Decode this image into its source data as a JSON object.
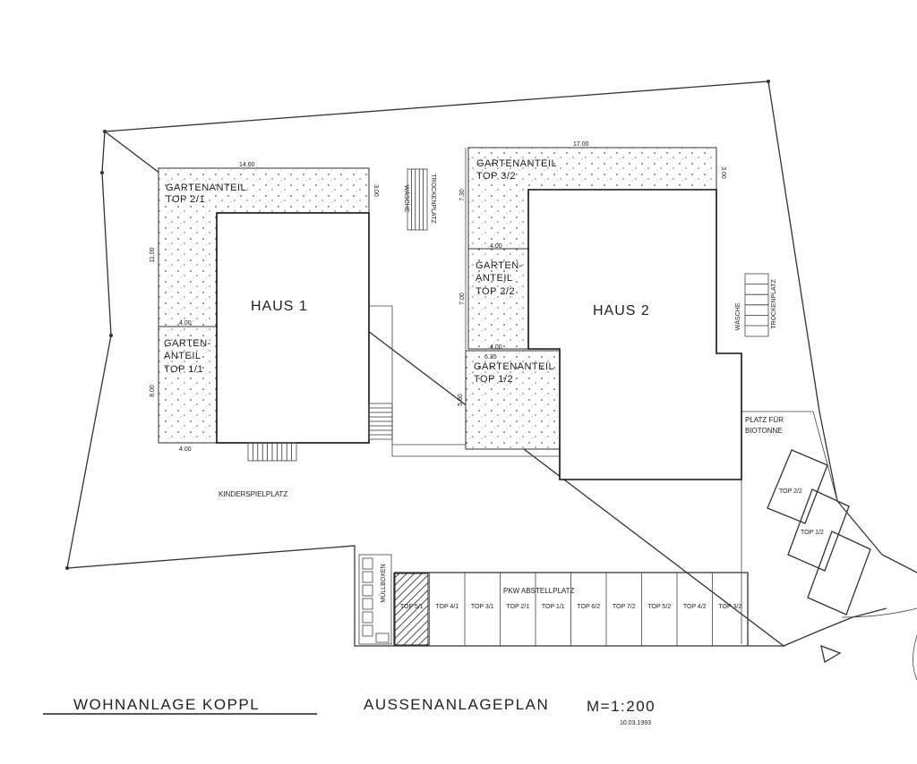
{
  "labels": {
    "haus1": "HAUS 1",
    "haus2": "HAUS 2",
    "garten_top21_a": "GARTENANTEIL",
    "garten_top21_b": "TOP 2/1",
    "garten_top11_a": "GARTEN-",
    "garten_top11_b": "ANTEIL",
    "garten_top11_c": "TOP 1/1",
    "garten_top32_a": "GARTENANTEIL",
    "garten_top32_b": "TOP 3/2",
    "garten_top22_a": "GARTEN-",
    "garten_top22_b": "ANTEIL",
    "garten_top22_c": "TOP 2/2",
    "garten_top12_a": "GARTENANTEIL",
    "garten_top12_b": "TOP 1/2",
    "waesche": "WÄSCHE",
    "trockenplatz": "TROCKENPLATZ",
    "kinderspielplatz": "KINDERSPIELPLATZ",
    "muellboxen": "MÜLLBOXEN",
    "biotonne_a": "PLATZ FÜR",
    "biotonne_b": "BIOTONNE",
    "pkw": "PKW  ABSTELLPLATZ",
    "garage_top22": "TOP 2/2",
    "garage_top12": "TOP 1/2"
  },
  "dimensions": {
    "d1460": "14.60",
    "d300a": "3.00",
    "d1100": "11.00",
    "d400a": "4.00",
    "d800": "8.00",
    "d400b": "4.00",
    "d1700": "17.00",
    "d300b": "3.00",
    "d730": "7.30",
    "d400c": "4.00",
    "d700": "7.00",
    "d400d": "4.00",
    "d635": "6.35",
    "d580": "5.80"
  },
  "parking": [
    "TOP 5/1",
    "TOP 4/1",
    "TOP 3/1",
    "TOP 2/1",
    "TOP 1/1",
    "TOP 6/2",
    "TOP 7/2",
    "TOP 5/2",
    "TOP 4/2",
    "TOP 3/2"
  ],
  "title_block": {
    "project": "WOHNANLAGE  KOPPL",
    "plan": "AUSSENANLAGEPLAN",
    "scale": "M=1:200",
    "date": "10.03.1993"
  }
}
